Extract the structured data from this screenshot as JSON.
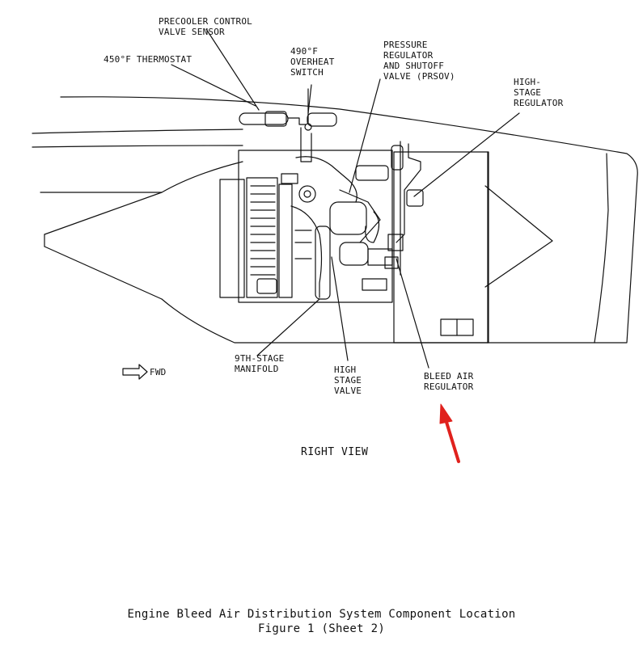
{
  "labels": {
    "precooler": "PRECOOLER CONTROL\nVALVE SENSOR",
    "thermostat": "450°F THERMOSTAT",
    "overheat": "490°F\nOVERHEAT\nSWITCH",
    "prsov": "PRESSURE\nREGULATOR\nAND SHUTOFF\nVALVE (PRSOV)",
    "high_stage_regulator": "HIGH-\nSTAGE\nREGULATOR",
    "manifold": "9TH-STAGE\nMANIFOLD",
    "high_stage_valve": "HIGH\nSTAGE\nVALVE",
    "bleed_air_regulator": "BLEED AIR\nREGULATOR",
    "fwd": "FWD"
  },
  "view_title": "RIGHT VIEW",
  "caption": {
    "line1": "Engine Bleed Air Distribution System Component Location",
    "line2": "Figure 1 (Sheet 2)"
  },
  "colors": {
    "line": "#111111",
    "highlight_arrow": "#e0211d"
  }
}
